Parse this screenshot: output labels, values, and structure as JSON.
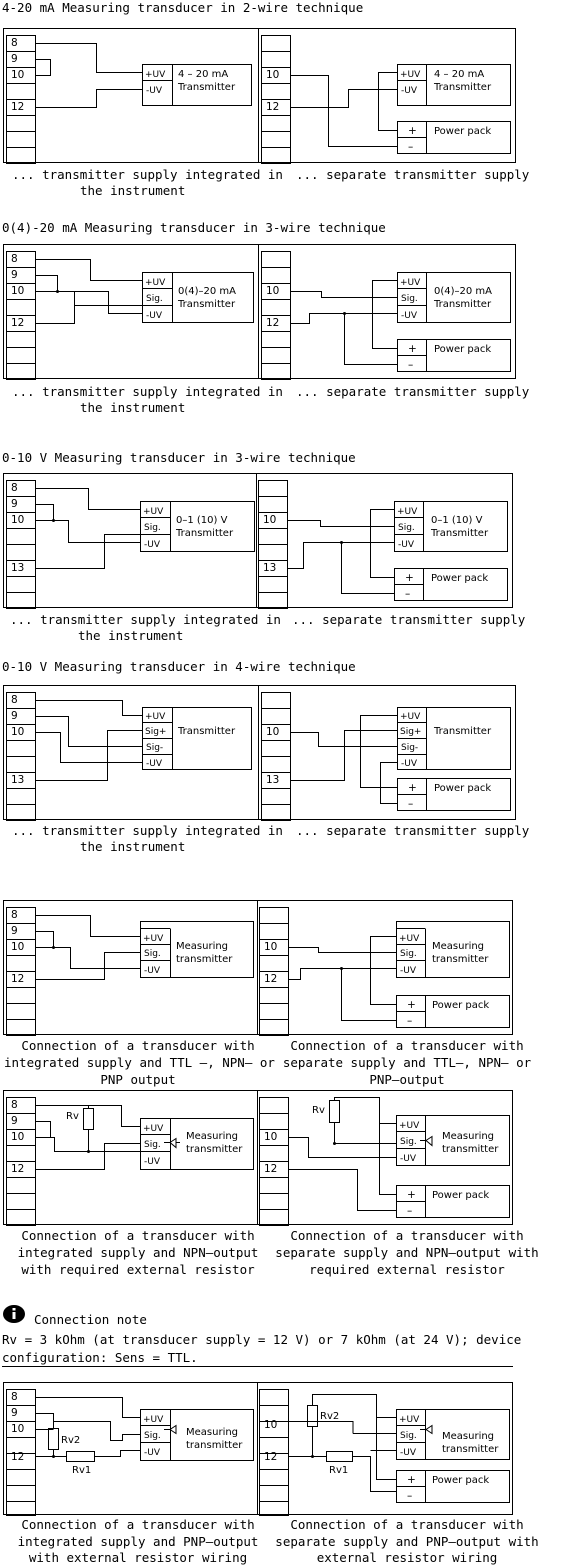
{
  "sections": [
    {
      "title": "4-20 mA Measuring transducer in 2-wire technique",
      "left": {
        "terminals": [
          "8",
          "9",
          "10",
          "12"
        ],
        "device_lines": [
          "4 – 20 mA",
          "Transmitter"
        ],
        "pins": [
          "+UV",
          "-UV"
        ]
      },
      "right": {
        "terminals": [
          "10",
          "12"
        ],
        "device_lines": [
          "4 – 20 mA",
          "Transmitter"
        ],
        "pins": [
          "+UV",
          "-UV"
        ],
        "power_pack": "Power pack",
        "pp_plus": "+",
        "pp_minus": "–"
      },
      "caption_left": "... transmitter supply integrated in",
      "caption_left_2": "the instrument",
      "caption_right": "... separate transmitter supply"
    },
    {
      "title": "0(4)-20 mA Measuring transducer in 3-wire technique",
      "left": {
        "terminals": [
          "8",
          "9",
          "10",
          "12"
        ],
        "device_lines": [
          "0(4)–20 mA",
          "Transmitter"
        ],
        "pins": [
          "+UV",
          "Sig.",
          "-UV"
        ]
      },
      "right": {
        "terminals": [
          "10",
          "12"
        ],
        "device_lines": [
          "0(4)–20 mA",
          "Transmitter"
        ],
        "pins": [
          "+UV",
          "Sig.",
          "-UV"
        ],
        "power_pack": "Power pack",
        "pp_plus": "+",
        "pp_minus": "–"
      },
      "caption_left": "... transmitter supply integrated in",
      "caption_left_2": "the instrument",
      "caption_right": "... separate transmitter supply"
    },
    {
      "title": "0-10 V Measuring transducer in 3-wire technique",
      "left": {
        "terminals": [
          "8",
          "9",
          "10",
          "13"
        ],
        "device_lines": [
          "0–1 (10) V",
          "Transmitter"
        ],
        "pins": [
          "+UV",
          "Sig.",
          "-UV"
        ]
      },
      "right": {
        "terminals": [
          "10",
          "13"
        ],
        "device_lines": [
          "0–1 (10) V",
          "Transmitter"
        ],
        "pins": [
          "+UV",
          "Sig.",
          "-UV"
        ],
        "power_pack": "Power pack",
        "pp_plus": "+",
        "pp_minus": "–"
      },
      "caption_left": "... transmitter supply integrated in",
      "caption_left_2": "the instrument",
      "caption_right": "... separate transmitter supply"
    },
    {
      "title": "0-10 V Measuring transducer in 4-wire technique",
      "left": {
        "terminals": [
          "8",
          "9",
          "10",
          "13"
        ],
        "device_lines": [
          "Transmitter"
        ],
        "pins": [
          "+UV",
          "Sig+",
          "Sig-",
          "-UV"
        ]
      },
      "right": {
        "terminals": [
          "10",
          "13"
        ],
        "device_lines": [
          "Transmitter"
        ],
        "pins": [
          "+UV",
          "Sig+",
          "Sig-",
          "-UV"
        ],
        "power_pack": "Power pack",
        "pp_plus": "+",
        "pp_minus": "–"
      },
      "caption_left": "... transmitter supply integrated in",
      "caption_left_2": "the instrument",
      "caption_right": "... separate transmitter supply"
    }
  ],
  "ttl": {
    "left": {
      "terminals": [
        "8",
        "9",
        "10",
        "12"
      ],
      "device_lines": [
        "Measuring",
        "transmitter"
      ],
      "pins": [
        "+UV",
        "Sig.",
        "-UV"
      ]
    },
    "right": {
      "terminals": [
        "10",
        "12"
      ],
      "device_lines": [
        "Measuring",
        "transmitter"
      ],
      "pins": [
        "+UV",
        "Sig.",
        "-UV"
      ],
      "power_pack": "Power pack",
      "pp_plus": "+",
      "pp_minus": "–"
    },
    "caption_left": [
      "Connection of a transducer with",
      "integrated supply and TTL –, NPN– or",
      "PNP output"
    ],
    "caption_right": [
      "Connection of a transducer with",
      "separate supply and TTL–, NPN– or",
      "PNP–output"
    ]
  },
  "npn": {
    "resistor": "Rv",
    "left": {
      "terminals": [
        "8",
        "9",
        "10",
        "12"
      ],
      "device_lines": [
        "Measuring",
        "transmitter"
      ],
      "pins": [
        "+UV",
        "Sig.",
        "-UV"
      ]
    },
    "right": {
      "terminals": [
        "10",
        "12"
      ],
      "device_lines": [
        "Measuring",
        "transmitter"
      ],
      "pins": [
        "+UV",
        "Sig.",
        "-UV"
      ],
      "power_pack": "Power pack",
      "pp_plus": "+",
      "pp_minus": "–"
    },
    "caption_left": [
      "Connection of a transducer with",
      "integrated supply and NPN–output",
      "with required external resistor"
    ],
    "caption_right": [
      "Connection of a transducer with",
      "separate supply and NPN–output with",
      "required external resistor"
    ]
  },
  "note": {
    "icon": "info-icon",
    "title": "Connection note",
    "line1": "Rv = 3 kOhm (at transducer supply = 12 V) or 7 kOhm (at 24 V); device",
    "line2": "configuration: Sens = TTL."
  },
  "pnp": {
    "resistor1": "Rv1",
    "resistor2": "Rv2",
    "left": {
      "terminals": [
        "8",
        "9",
        "10",
        "12"
      ],
      "device_lines": [
        "Measuring",
        "transmitter"
      ],
      "pins": [
        "+UV",
        "Sig.",
        "-UV"
      ]
    },
    "right": {
      "terminals": [
        "10",
        "12"
      ],
      "device_lines": [
        "Measuring",
        "transmitter"
      ],
      "pins": [
        "+UV",
        "Sig.",
        "-UV"
      ],
      "power_pack": "Power pack",
      "pp_plus": "+",
      "pp_minus": "–"
    },
    "caption_left": [
      "Connection of a transducer with",
      "integrated supply and PNP–output",
      "with external resistor wiring"
    ],
    "caption_right": [
      "Connection of a transducer with",
      "separate supply and PNP–output with",
      "external resistor wiring"
    ]
  }
}
